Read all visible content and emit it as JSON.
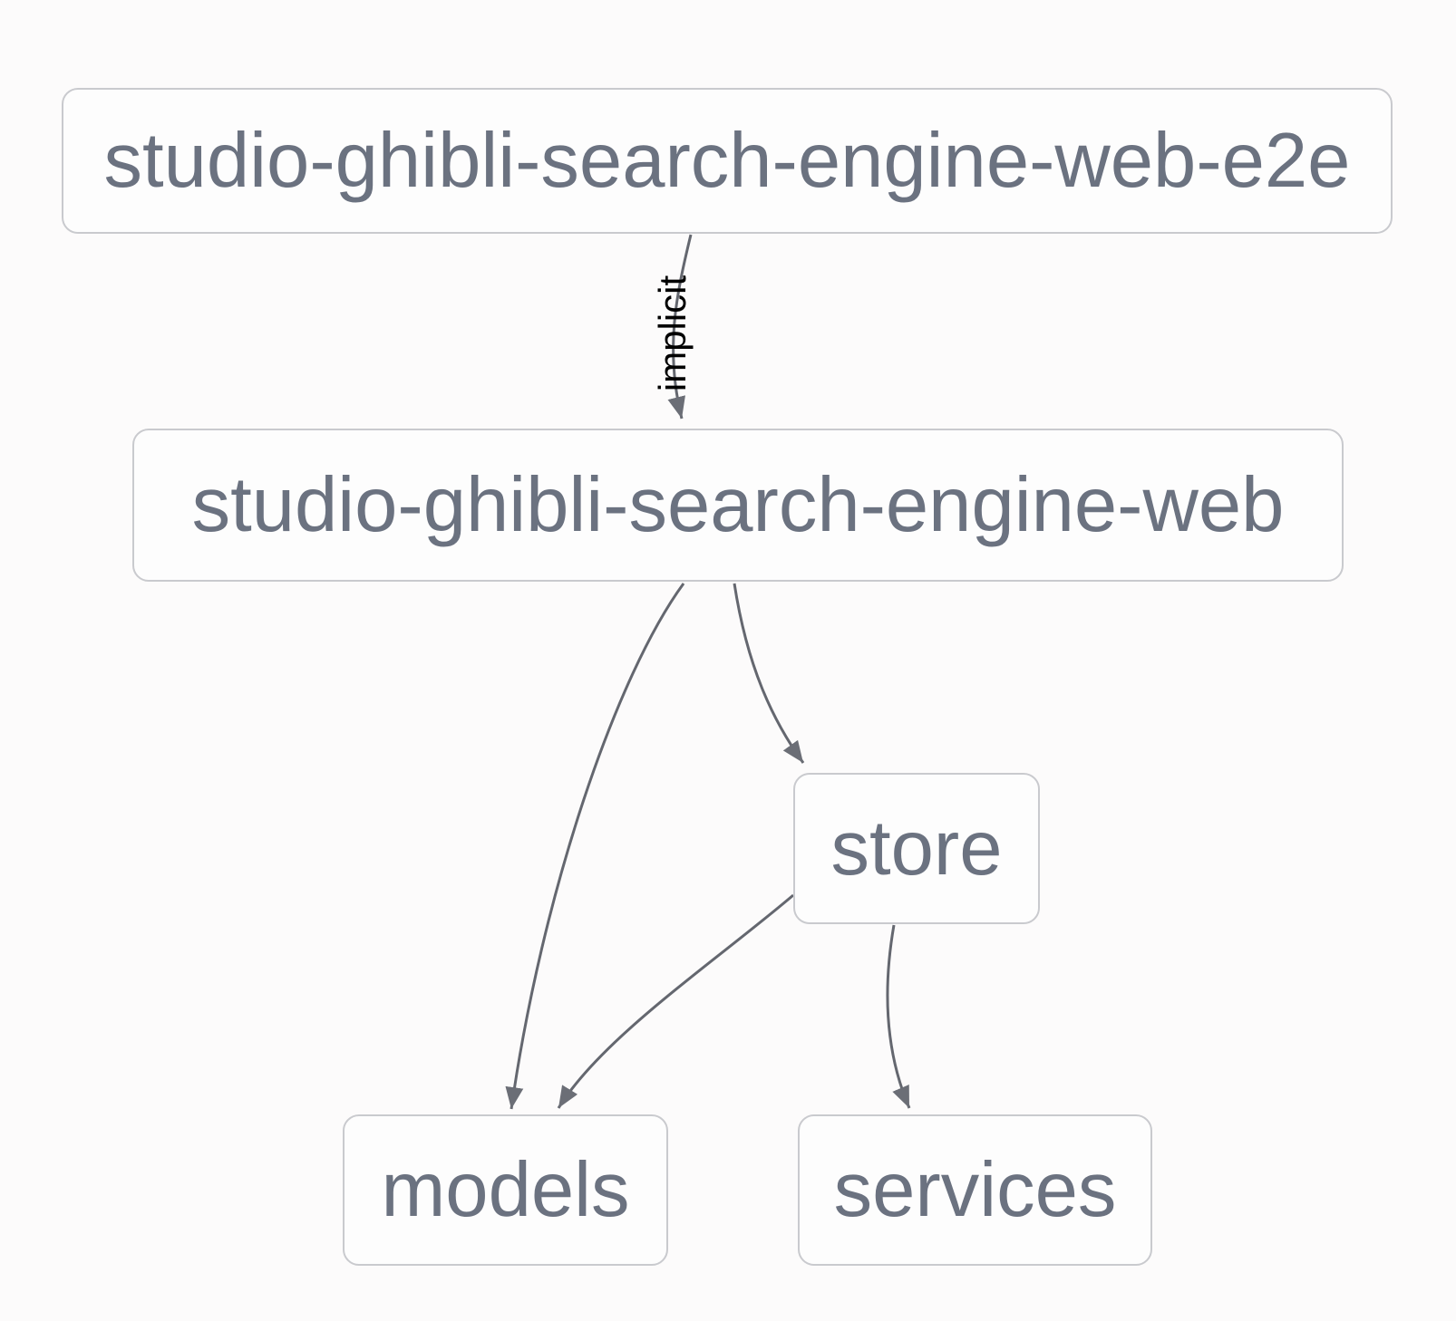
{
  "diagram": {
    "kind": "project-dependency-graph",
    "background_color": "#fcfbfb",
    "node_border_color": "#c9cace",
    "node_fill_color": "#fdfdfd",
    "node_text_color": "#6b7280",
    "edge_color": "#64676f",
    "edge_label_color": "#000000",
    "nodes": [
      {
        "id": "studio-ghibli-search-engine-web-e2e",
        "label": "studio-ghibli-search-engine-web-e2e"
      },
      {
        "id": "studio-ghibli-search-engine-web",
        "label": "studio-ghibli-search-engine-web"
      },
      {
        "id": "store",
        "label": "store"
      },
      {
        "id": "models",
        "label": "models"
      },
      {
        "id": "services",
        "label": "services"
      }
    ],
    "edges": [
      {
        "from": "studio-ghibli-search-engine-web-e2e",
        "to": "studio-ghibli-search-engine-web",
        "label": "implicit"
      },
      {
        "from": "studio-ghibli-search-engine-web",
        "to": "models",
        "label": ""
      },
      {
        "from": "studio-ghibli-search-engine-web",
        "to": "store",
        "label": ""
      },
      {
        "from": "store",
        "to": "models",
        "label": ""
      },
      {
        "from": "store",
        "to": "services",
        "label": ""
      }
    ]
  }
}
